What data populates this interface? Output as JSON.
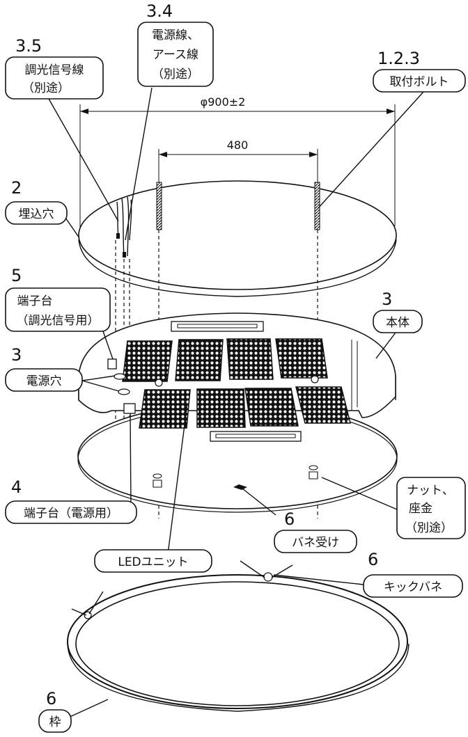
{
  "dimensions": {
    "outer": "φ900±2",
    "bolt_spacing": "480"
  },
  "callouts": {
    "dimming_wire": {
      "num": "3.5",
      "line1": "調光信号線",
      "line2": "（別途）"
    },
    "power_wire": {
      "num": "3.4",
      "line1": "電源線、",
      "line2": "アース線",
      "line3": "（別途）"
    },
    "mount_bolt": {
      "num": "1.2.3",
      "line1": "取付ボルト"
    },
    "recess_hole": {
      "num": "2",
      "line1": "埋込穴"
    },
    "terminal_dimming": {
      "num": "5",
      "line1": "端子台",
      "line2": "（調光信号用）"
    },
    "power_hole": {
      "num": "3",
      "line1": "電源穴"
    },
    "main_body": {
      "num": "3",
      "line1": "本体"
    },
    "terminal_power": {
      "num": "4",
      "line1": "端子台（電源用）"
    },
    "nut_washer": {
      "line1": "ナット、",
      "line2": "座金",
      "line3": "（別途）"
    },
    "spring_receiver": {
      "num": "6",
      "line1": "バネ受け"
    },
    "led_unit": {
      "line1": "LEDユニット"
    },
    "kick_spring": {
      "num": "6",
      "line1": "キックバネ"
    },
    "frame": {
      "num": "6",
      "line1": "枠"
    }
  }
}
